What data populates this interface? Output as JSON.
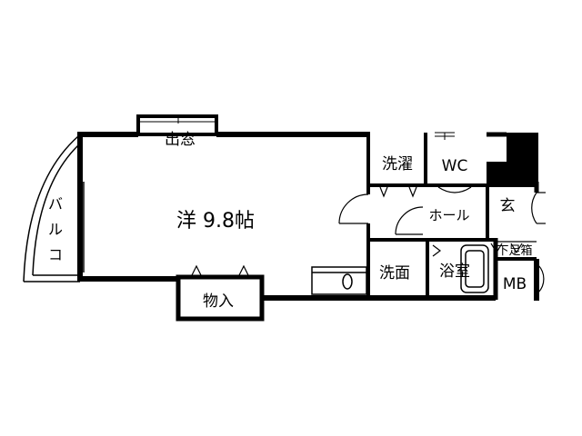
{
  "floorplan": {
    "rooms": {
      "western_room": "洋 9.8帖",
      "bay_window": "出窓",
      "balcony_chars": [
        "バ",
        "ル",
        "コ"
      ],
      "laundry": "洗濯",
      "toilet": "WC",
      "hall": "ホール",
      "entrance": "玄",
      "shoe_cabinet": "下足箱",
      "washroom": "洗面",
      "bathroom": "浴室",
      "meter_box": "MB",
      "storage": "物入"
    },
    "colors": {
      "wall": "#000000",
      "background": "#ffffff"
    }
  }
}
